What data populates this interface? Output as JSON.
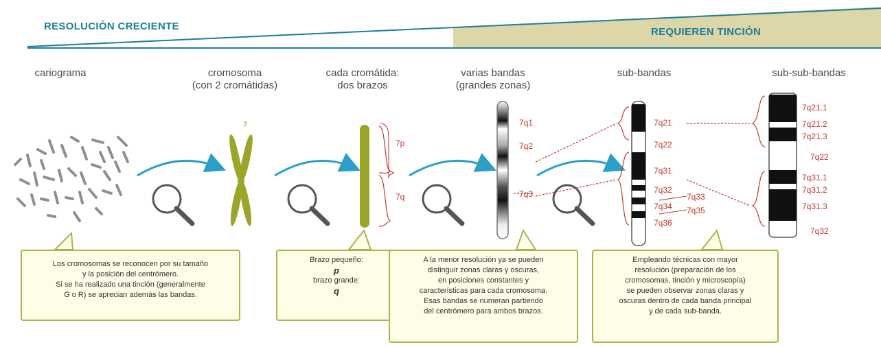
{
  "banner": {
    "left_label": "RESOLUCIÓN CRECIENTE",
    "right_label": "REQUIEREN TINCIÓN"
  },
  "stages": [
    {
      "lines": [
        "cariograma"
      ]
    },
    {
      "lines": [
        "cromosoma",
        "(con 2 cromátidas)"
      ]
    },
    {
      "lines": [
        "cada cromátida:",
        "dos brazos"
      ]
    },
    {
      "lines": [
        "varias bandas",
        "(grandes zonas)"
      ]
    },
    {
      "lines": [
        "sub-bandas"
      ]
    },
    {
      "lines": [
        "sub-sub-bandas"
      ]
    }
  ],
  "chromosome_number": "7",
  "arm_labels": {
    "p": "7p",
    "q": "7q"
  },
  "band_labels": [
    "7q1",
    "7q2",
    "7q3"
  ],
  "subband_labels": [
    "7q21",
    "7q22",
    "7q31",
    "7q32",
    "7q33",
    "7q34",
    "7q35",
    "7q36"
  ],
  "subsubband_labels": [
    "7q21.1",
    "7q21.2",
    "7q21.3",
    "7q22",
    "7q31.1",
    "7q31.2",
    "7q31.3",
    "7q32"
  ],
  "callouts": {
    "karyogram": [
      "Los cromosomas se reconocen por su tamaño",
      "y la posición del centrómero.",
      "Si se ha realizado una tinción (generalmente",
      "G o R) se aprecian además las bandas."
    ],
    "arms": {
      "small": "Brazo pequeño:",
      "p": "p",
      "large": "brazo grande:",
      "q": "q"
    },
    "bands": [
      "A la menor resolución ya se pueden",
      "distinguir zonas claras y oscuras,",
      "en posiciones constantes y",
      "características para cada cromosoma.",
      "Esas bandas se numeran partiendo",
      "del centrómero para ambos brazos."
    ],
    "subbands": [
      "Empleando técnicas con mayor",
      "resolución (preparación de los",
      "cromosomas, tinción y microscopía)",
      "se pueden observar zonas claras y",
      "oscuras dentro de cada banda principal",
      "y de cada sub-banda."
    ]
  },
  "colors": {
    "banner_teal": "#1d7d99",
    "banner_khaki": "#dcd6a8",
    "chromosome_green": "#9aa62a",
    "callout_border": "#a9b44a",
    "arrow_blue": "#2aa0c8",
    "label_red": "#c0392b"
  }
}
